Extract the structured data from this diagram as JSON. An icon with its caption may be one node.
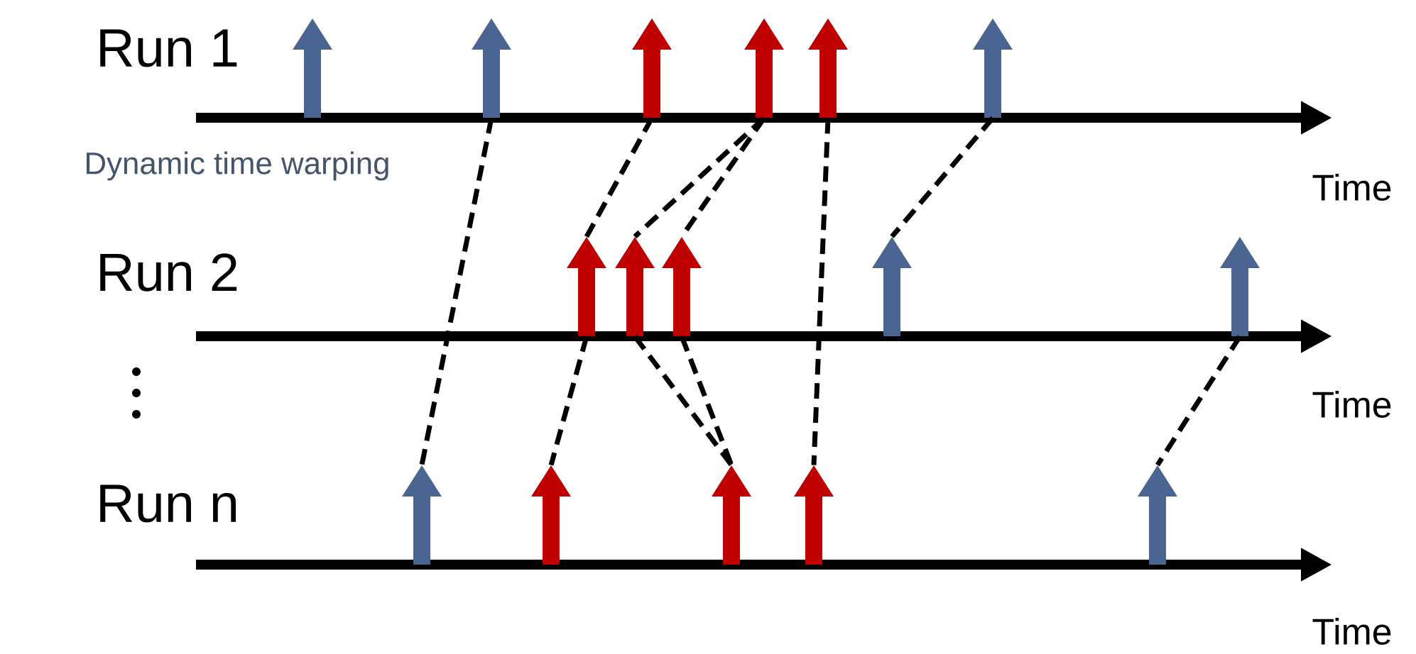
{
  "diagram": {
    "nodes": [
      {
        "text": [],
        "shape": "arrow"
      },
      {
        "text": [],
        "shape": "arrow"
      },
      {
        "text": [],
        "shape": "arrow"
      },
      {
        "text": [],
        "shape": "arrow"
      },
      {
        "text": [],
        "shape": "arrow"
      },
      {
        "text": [],
        "shape": "arrow"
      },
      {
        "text": [],
        "shape": "arrow"
      },
      {
        "text": [],
        "shape": "arrow"
      },
      {
        "text": [],
        "shape": "arrow"
      },
      {
        "text": [],
        "shape": "arrow"
      },
      {
        "text": [],
        "shape": "arrow"
      },
      {
        "text": [],
        "shape": "arrow"
      },
      {
        "text": [],
        "shape": "arrow"
      },
      {
        "text": [],
        "shape": "arrow"
      },
      {
        "text": [],
        "shape": "arrow"
      },
      {
        "text": [],
        "shape": "arrow"
      }
    ],
    "edges": [
      {
        "from": 1,
        "to": 11,
        "arrow": "none",
        "style": "dashed"
      },
      {
        "from": 2,
        "to": 6,
        "arrow": "none",
        "style": "dashed"
      },
      {
        "from": 3,
        "to": 7,
        "arrow": "none",
        "style": "dashed"
      },
      {
        "from": 3,
        "to": 8,
        "arrow": "none",
        "style": "dashed"
      },
      {
        "from": 4,
        "to": 14,
        "arrow": "none",
        "style": "dashed"
      },
      {
        "from": 5,
        "to": 9,
        "arrow": "none",
        "style": "dashed"
      },
      {
        "from": 6,
        "to": 12,
        "arrow": "none",
        "style": "dashed"
      },
      {
        "from": 7,
        "to": 13,
        "arrow": "none",
        "style": "dashed"
      },
      {
        "from": 8,
        "to": 13,
        "arrow": "none",
        "style": "dashed"
      },
      {
        "from": 10,
        "to": 15,
        "arrow": "none",
        "style": "dashed"
      }
    ],
    "labels": [
      "Run 1",
      "Dynamic time warping",
      "Time",
      "Run 2",
      "Time",
      "Run n",
      "Time"
    ]
  }
}
